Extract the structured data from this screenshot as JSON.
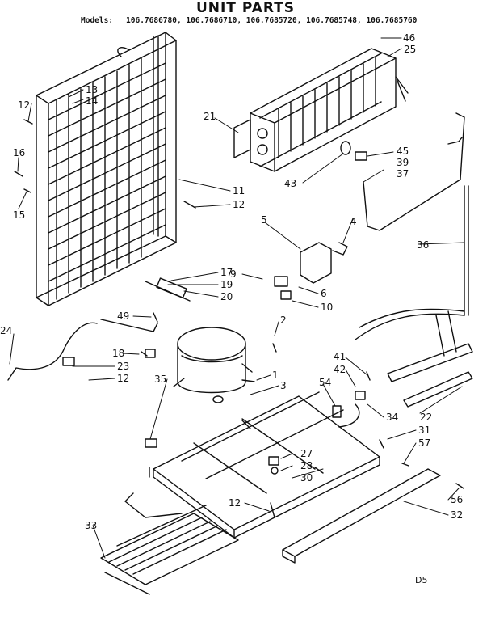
{
  "title": "UNIT PARTS",
  "models_label": "Models:",
  "models": "106.7686780, 106.7686710, 106.7685720, 106.7685748, 106.7685760",
  "corner_code": "D5",
  "callouts": [
    "46",
    "25",
    "13",
    "14",
    "12",
    "21",
    "16",
    "15",
    "11",
    "12",
    "45",
    "39",
    "37",
    "43",
    "5",
    "4",
    "36",
    "17",
    "9",
    "19",
    "6",
    "20",
    "10",
    "49",
    "2",
    "24",
    "18",
    "23",
    "12",
    "1",
    "3",
    "41",
    "42",
    "35",
    "54",
    "34",
    "22",
    "31",
    "57",
    "27",
    "28",
    "30",
    "56",
    "32",
    "12",
    "33"
  ]
}
